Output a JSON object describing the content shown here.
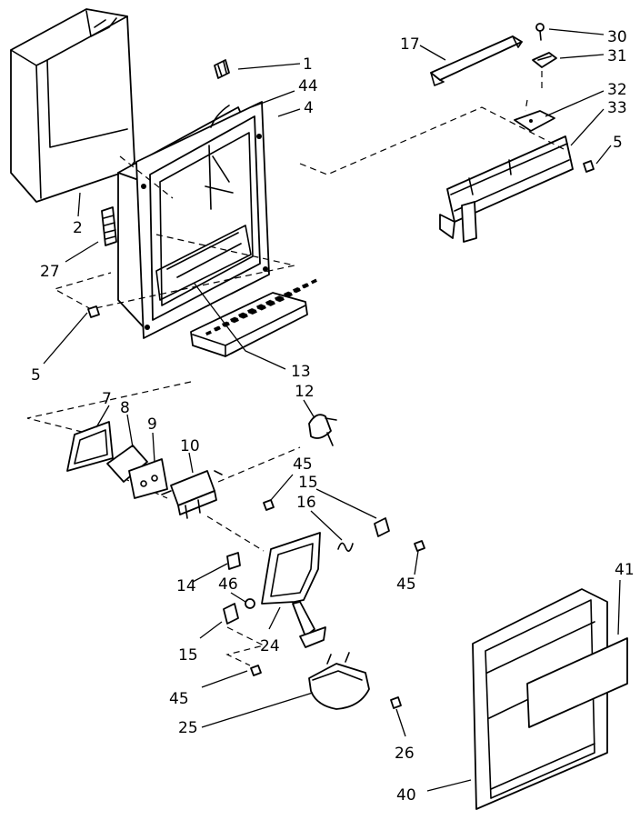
{
  "callouts": [
    {
      "id": "1",
      "text": "1"
    },
    {
      "id": "44",
      "text": "44"
    },
    {
      "id": "4a",
      "text": "4"
    },
    {
      "id": "2",
      "text": "2"
    },
    {
      "id": "27",
      "text": "27"
    },
    {
      "id": "5a",
      "text": "5"
    },
    {
      "id": "13",
      "text": "13"
    },
    {
      "id": "17",
      "text": "17"
    },
    {
      "id": "30",
      "text": "30"
    },
    {
      "id": "31",
      "text": "31"
    },
    {
      "id": "32",
      "text": "32"
    },
    {
      "id": "33",
      "text": "33"
    },
    {
      "id": "5b",
      "text": "5"
    },
    {
      "id": "7",
      "text": "7"
    },
    {
      "id": "8",
      "text": "8"
    },
    {
      "id": "9",
      "text": "9"
    },
    {
      "id": "10",
      "text": "10"
    },
    {
      "id": "12",
      "text": "12"
    },
    {
      "id": "45a",
      "text": "45"
    },
    {
      "id": "15a",
      "text": "15"
    },
    {
      "id": "16",
      "text": "16"
    },
    {
      "id": "45b",
      "text": "45"
    },
    {
      "id": "14",
      "text": "14"
    },
    {
      "id": "46",
      "text": "46"
    },
    {
      "id": "15b",
      "text": "15"
    },
    {
      "id": "24",
      "text": "24"
    },
    {
      "id": "45c",
      "text": "45"
    },
    {
      "id": "25",
      "text": "25"
    },
    {
      "id": "26",
      "text": "26"
    },
    {
      "id": "41",
      "text": "41"
    },
    {
      "id": "40",
      "text": "40"
    }
  ]
}
